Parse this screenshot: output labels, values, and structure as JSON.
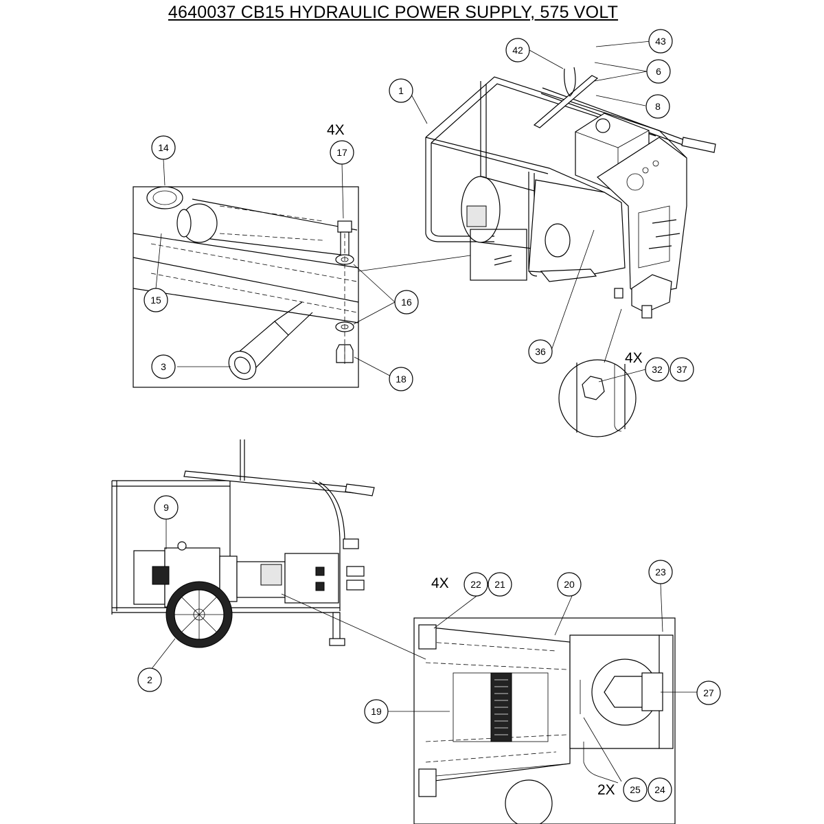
{
  "title": "4640037 CB15 HYDRAULIC POWER SUPPLY, 575 VOLT",
  "multipliers": [
    "4X",
    "4X",
    "4X",
    "2X"
  ],
  "balloons": [
    "1",
    "2",
    "3",
    "6",
    "8",
    "9",
    "14",
    "15",
    "16",
    "17",
    "18",
    "19",
    "20",
    "21",
    "22",
    "23",
    "24",
    "25",
    "27",
    "32",
    "36",
    "37",
    "42",
    "43"
  ]
}
